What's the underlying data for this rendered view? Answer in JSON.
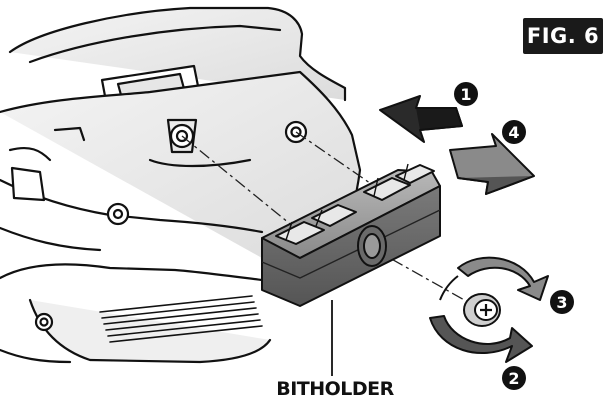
{
  "figure": {
    "label": "FIG. 6",
    "callout": "BITHOLDER",
    "steps": [
      "1",
      "2",
      "3",
      "4"
    ],
    "colors": {
      "ink": "#111111",
      "shade": "#9a9a9a",
      "dark": "#555555",
      "paper": "#ffffff"
    }
  }
}
